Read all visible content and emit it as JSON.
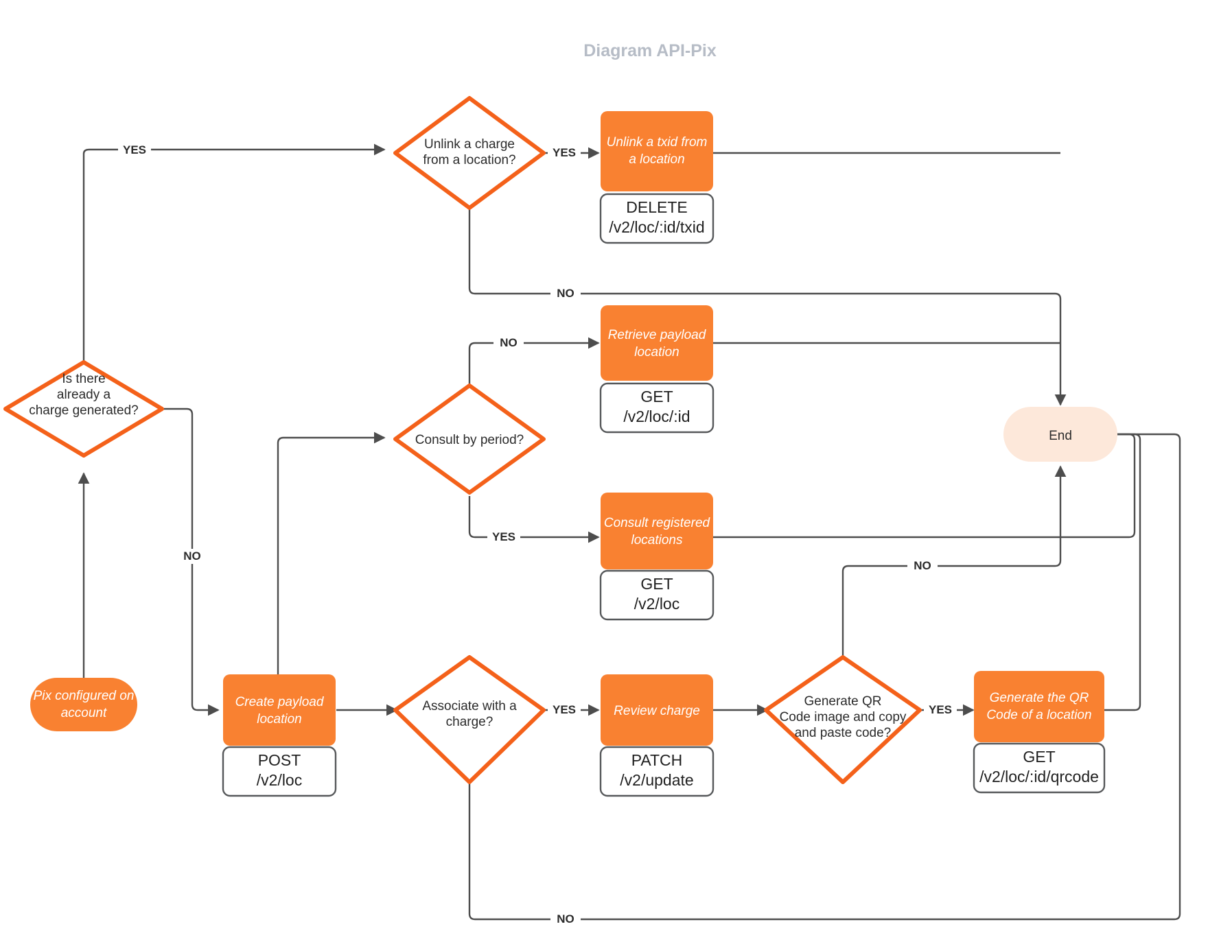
{
  "title": "Diagram API-Pix",
  "colors": {
    "process_fill": "#f98131",
    "decision_stroke": "#f4611a",
    "edge": "#4d4d4d",
    "end_fill": "#fde8da",
    "title": "#b6bcc6",
    "api_border": "#56585a"
  },
  "nodes": {
    "start": {
      "type": "terminator",
      "label": "Pix configured on account",
      "line1": "Pix configured on",
      "line2": "account"
    },
    "end": {
      "type": "terminator",
      "label": "End"
    },
    "decision_charge_generated": {
      "type": "decision",
      "line1": "Is there",
      "line2": "already a",
      "line3": "charge generated?"
    },
    "decision_unlink": {
      "type": "decision",
      "line1": "Unlink a charge",
      "line2": "from a location?"
    },
    "decision_consult_period": {
      "type": "decision",
      "line1": "Consult by period?"
    },
    "decision_associate_charge": {
      "type": "decision",
      "line1": "Associate with a",
      "line2": "charge?"
    },
    "decision_generate_qr": {
      "type": "decision",
      "line1": "Generate QR",
      "line2": "Code image and copy",
      "line3": "and paste code?"
    },
    "proc_unlink_txid": {
      "type": "process",
      "line1": "Unlink a txid from",
      "line2": "a location",
      "method": "DELETE",
      "path": "/v2/loc/:id/txid"
    },
    "proc_retrieve_payload": {
      "type": "process",
      "line1": "Retrieve payload",
      "line2": "location",
      "method": "GET",
      "path": "/v2/loc/:id"
    },
    "proc_consult_registered": {
      "type": "process",
      "line1": "Consult registered",
      "line2": "locations",
      "method": "GET",
      "path": "/v2/loc"
    },
    "proc_create_payload": {
      "type": "process",
      "line1": "Create payload",
      "line2": "location",
      "method": "POST",
      "path": "/v2/loc"
    },
    "proc_review_charge": {
      "type": "process",
      "line1": "Review charge",
      "line2": "",
      "method": "PATCH",
      "path": "/v2/update"
    },
    "proc_generate_qr": {
      "type": "process",
      "line1": "Generate the QR",
      "line2": "Code of a location",
      "method": "GET",
      "path": "/v2/loc/:id/qrcode"
    }
  },
  "edges": [
    {
      "id": "e-start-to-decision",
      "from": "start",
      "to": "decision_charge_generated",
      "label": ""
    },
    {
      "id": "e-charge-yes",
      "from": "decision_charge_generated",
      "to": "decision_unlink",
      "label": "YES"
    },
    {
      "id": "e-charge-no",
      "from": "decision_charge_generated",
      "to": "proc_create_payload",
      "label": "NO"
    },
    {
      "id": "e-unlink-yes",
      "from": "decision_unlink",
      "to": "proc_unlink_txid",
      "label": "YES"
    },
    {
      "id": "e-unlink-no",
      "from": "decision_unlink",
      "to": "end",
      "label": "NO"
    },
    {
      "id": "e-unlink-txid-end",
      "from": "proc_unlink_txid",
      "to": "end",
      "label": ""
    },
    {
      "id": "e-period-no",
      "from": "decision_consult_period",
      "to": "proc_retrieve_payload",
      "label": "NO"
    },
    {
      "id": "e-period-yes",
      "from": "decision_consult_period",
      "to": "proc_consult_registered",
      "label": "YES"
    },
    {
      "id": "e-retrieve-end",
      "from": "proc_retrieve_payload",
      "to": "end",
      "label": ""
    },
    {
      "id": "e-consult-end",
      "from": "proc_consult_registered",
      "to": "end",
      "label": ""
    },
    {
      "id": "e-create-to-associate",
      "from": "proc_create_payload",
      "to": "decision_associate_charge",
      "label": ""
    },
    {
      "id": "e-create-to-period",
      "from": "proc_create_payload",
      "to": "decision_consult_period",
      "label": ""
    },
    {
      "id": "e-associate-yes",
      "from": "decision_associate_charge",
      "to": "proc_review_charge",
      "label": "YES"
    },
    {
      "id": "e-associate-no",
      "from": "decision_associate_charge",
      "to": "end",
      "label": "NO"
    },
    {
      "id": "e-review-to-qr",
      "from": "proc_review_charge",
      "to": "decision_generate_qr",
      "label": ""
    },
    {
      "id": "e-qr-yes",
      "from": "decision_generate_qr",
      "to": "proc_generate_qr",
      "label": "YES"
    },
    {
      "id": "e-qr-no",
      "from": "decision_generate_qr",
      "to": "end",
      "label": "NO"
    },
    {
      "id": "e-qrproc-end",
      "from": "proc_generate_qr",
      "to": "end",
      "label": ""
    }
  ],
  "edge_labels": {
    "charge_yes": "YES",
    "charge_no": "NO",
    "unlink_yes": "YES",
    "unlink_no": "NO",
    "period_no": "NO",
    "period_yes": "YES",
    "associate_yes": "YES",
    "associate_no": "NO",
    "qr_yes": "YES",
    "qr_no": "NO"
  }
}
